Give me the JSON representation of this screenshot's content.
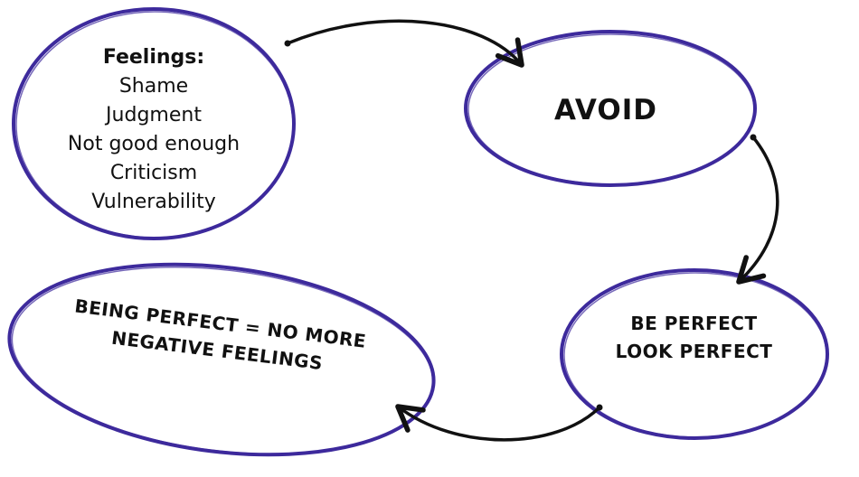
{
  "diagram": {
    "colors": {
      "ellipse_stroke": "#3d2a9c",
      "arrow_stroke": "#111111",
      "text": "#111111",
      "background": "#ffffff"
    },
    "nodes": {
      "feelings": {
        "title": "Feelings:",
        "items": [
          "Shame",
          "Judgment",
          "Not good enough",
          "Criticism",
          "Vulnerability"
        ]
      },
      "avoid": {
        "label": "AVOID"
      },
      "perfect": {
        "line1": "BE PERFECT",
        "line2": "LOOK PERFECT"
      },
      "belief": {
        "line1": "BEING PERFECT = NO MORE",
        "line2": "NEGATIVE FEELINGS"
      }
    },
    "edges": [
      {
        "from": "feelings",
        "to": "avoid"
      },
      {
        "from": "avoid",
        "to": "perfect"
      },
      {
        "from": "perfect",
        "to": "belief"
      }
    ]
  }
}
